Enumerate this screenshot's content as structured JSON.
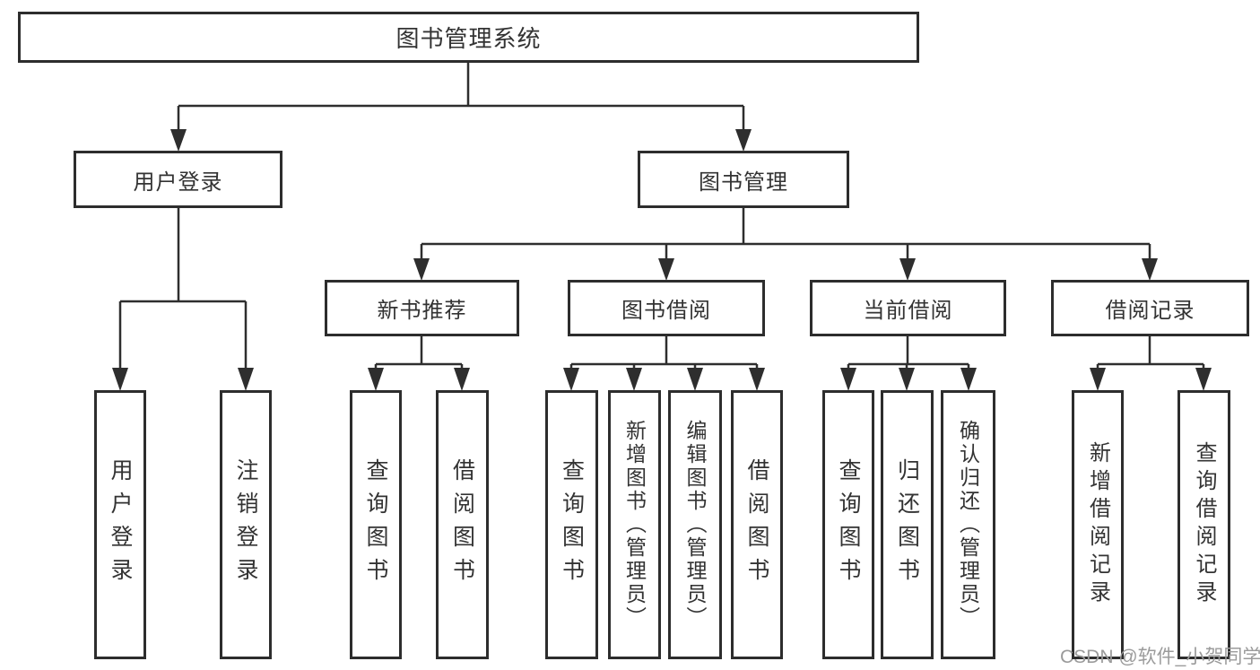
{
  "diagram_title": "图书管理系统",
  "tree": {
    "label": "图书管理系统",
    "children": [
      {
        "label": "用户登录",
        "children": [
          {
            "label": "用户登录"
          },
          {
            "label": "注销登录"
          }
        ]
      },
      {
        "label": "图书管理",
        "children": [
          {
            "label": "新书推荐",
            "children": [
              {
                "label": "查询图书"
              },
              {
                "label": "借阅图书"
              }
            ]
          },
          {
            "label": "图书借阅",
            "children": [
              {
                "label": "查询图书"
              },
              {
                "label": "新增图书（管理员）"
              },
              {
                "label": "编辑图书（管理员）"
              },
              {
                "label": "借阅图书"
              }
            ]
          },
          {
            "label": "当前借阅",
            "children": [
              {
                "label": "查询图书"
              },
              {
                "label": "归还图书"
              },
              {
                "label": "确认归还（管理员）"
              }
            ]
          },
          {
            "label": "借阅记录",
            "children": [
              {
                "label": "新增借阅记录"
              },
              {
                "label": "查询借阅记录"
              }
            ]
          }
        ]
      }
    ]
  },
  "watermark": "CSDN @软件_小贺同学",
  "colors": {
    "line": "#2e2e2e",
    "box_border": "#2d2d2d",
    "text": "#333333",
    "background": "#ffffff",
    "watermark": "#9b9b9b"
  }
}
